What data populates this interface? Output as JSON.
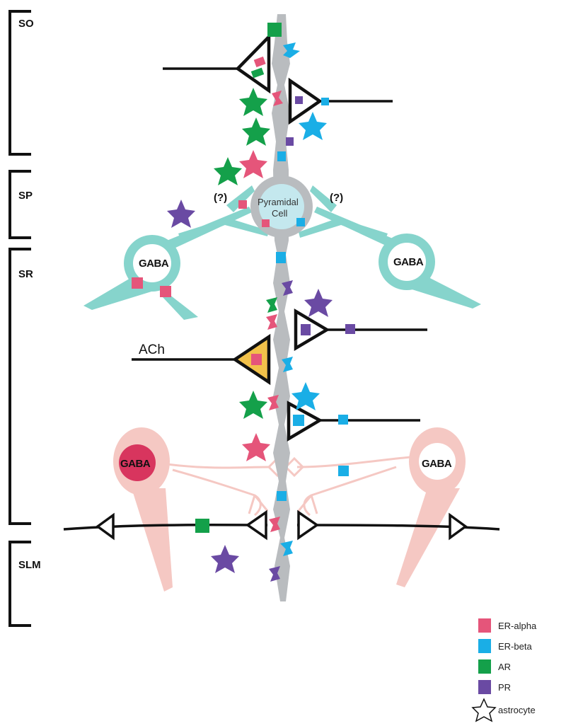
{
  "layers": {
    "so": "SO",
    "sp": "SP",
    "sr": "SR",
    "slm": "SLM"
  },
  "labels": {
    "pyramidal_line1": "Pyramidal",
    "pyramidal_line2": "Cell",
    "gaba": "GABA",
    "question": "(?)",
    "ach": "ACh"
  },
  "legend": {
    "items": [
      {
        "label": "ER-alpha",
        "color": "#e5557a"
      },
      {
        "label": "ER-beta",
        "color": "#1aaee6"
      },
      {
        "label": "AR",
        "color": "#14a04a"
      },
      {
        "label": "PR",
        "color": "#6a4aa3"
      }
    ],
    "astrocyte": "astrocyte"
  },
  "colors": {
    "er_alpha": "#e5557a",
    "er_beta": "#1aaee6",
    "ar": "#14a04a",
    "pr": "#6a4aa3",
    "teal_interneuron": "#86d4cc",
    "pink_interneuron": "#f5c8c3",
    "gaba_red_nucleus": "#d8355e",
    "pyramidal_gray": "#b9bcbf",
    "ach_fill": "#f2c14a"
  }
}
